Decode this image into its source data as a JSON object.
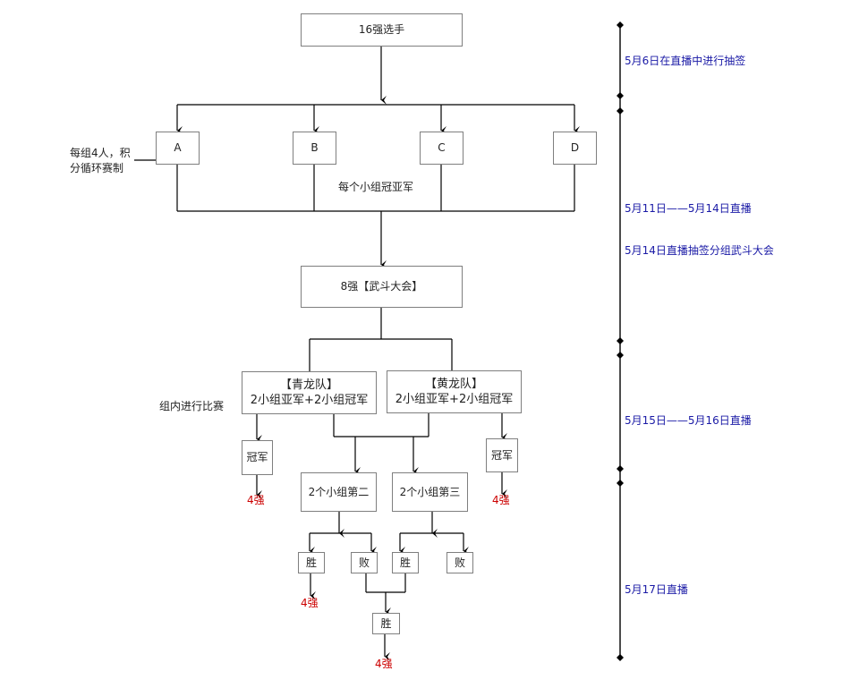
{
  "diagram": {
    "start": "16强选手",
    "groups": [
      "A",
      "B",
      "C",
      "D"
    ],
    "group_note": [
      "每组4人，积",
      "分循环赛制"
    ],
    "group_result": "每个小组冠亚军",
    "top8": "8强【武斗大会】",
    "teams": [
      {
        "title": "【青龙队】",
        "desc": "2小组亚军+2小组冠军"
      },
      {
        "title": "【黄龙队】",
        "desc": "2小组亚军+2小组冠军"
      }
    ],
    "team_note": "组内进行比赛",
    "champion": "冠军",
    "second": "2个小组第二",
    "third": "2个小组第三",
    "win": "胜",
    "lose": "败",
    "top4": "4强"
  },
  "timeline": [
    "5月6日在直播中进行抽签",
    "5月11日——5月14日直播",
    "5月14日直播抽签分组武斗大会",
    "5月15日——5月16日直播",
    "5月17日直播"
  ],
  "colors": {
    "line": "#000000",
    "box_border": "#7f7f7f",
    "top4_text": "#cc0000",
    "timeline_text": "#1a1aa6"
  }
}
